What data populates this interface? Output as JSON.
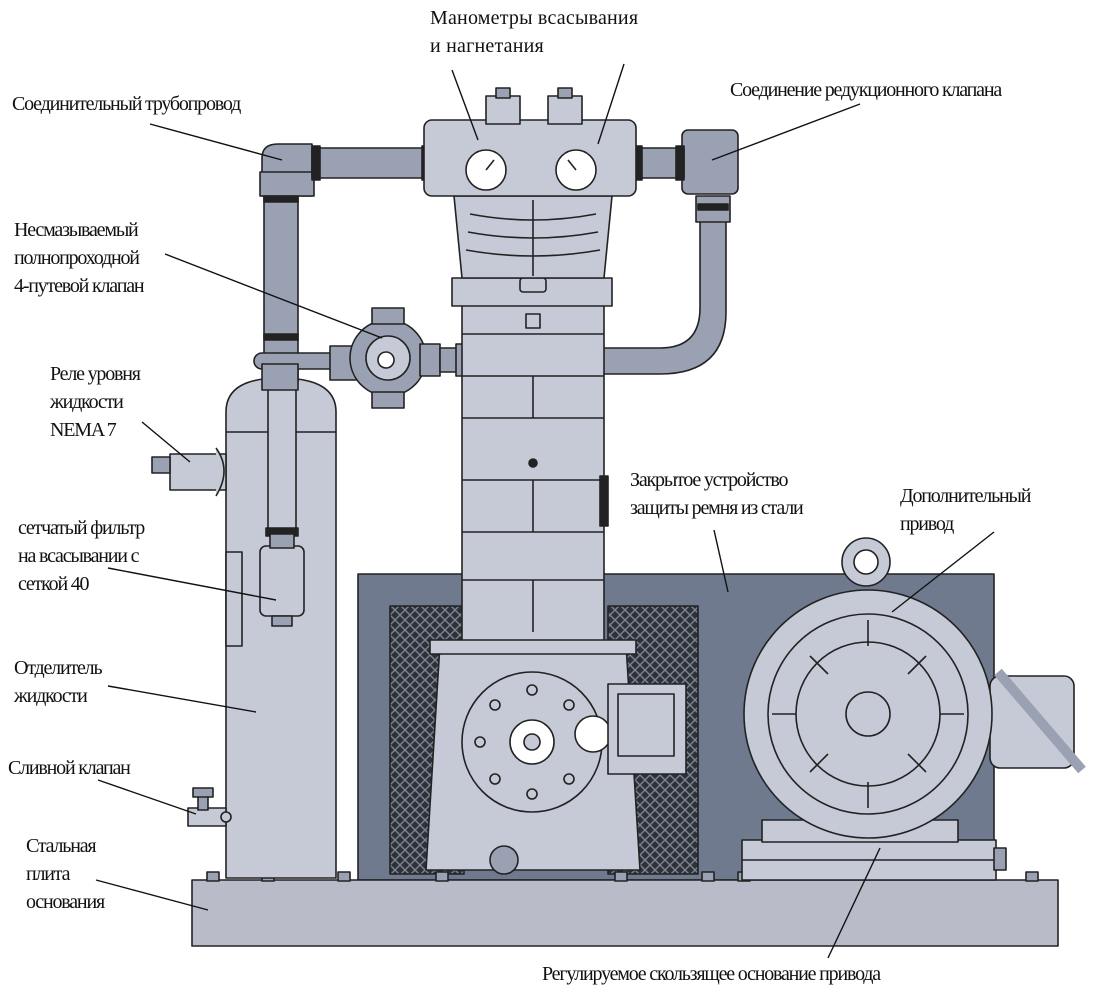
{
  "labels": {
    "gauges": "Манометры всасывания\nи нагнетания",
    "connecting_pipe": "Соединительный трубопровод",
    "relief_valve_connection": "Соединение редукционного клапана",
    "four_way_valve": "Несмазываемый\nполнопроходной\n4-путевой клапан",
    "level_switch": "Реле уровня\nжидкости\nNEMA 7",
    "belt_guard": "Закрытое устройство\nзащиты ремня из стали",
    "extra_drive": "Дополнительный\nпривод",
    "strainer": "сетчатый фильтр\nна всасывании с\nсеткой 40",
    "separator": "Отделитель\nжидкости",
    "drain_valve": "Сливной клапан",
    "base_plate": "Стальная\nплита\nоснования",
    "slide_base": "Регулируемое скользящее основание привода"
  },
  "colors": {
    "outline": "#222222",
    "part_fill": "#c5cad6",
    "part_dark": "#9aa1b2",
    "guard_fill": "#6f7a8e",
    "mesh_fill": "#2e3238",
    "base_fill": "#b9bcc8",
    "background": "#ffffff"
  }
}
